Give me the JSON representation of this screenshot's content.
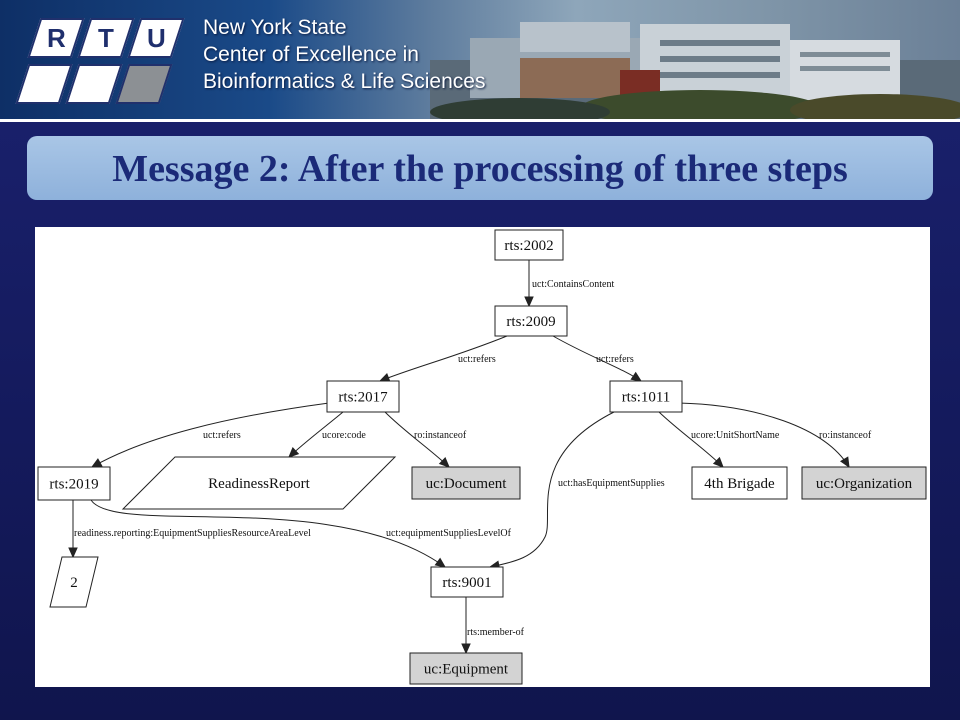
{
  "header": {
    "logo_letters": [
      "R",
      "T",
      "U"
    ],
    "org_lines": [
      "New York State",
      "Center of Excellence in",
      "Bioinformatics & Life Sciences"
    ]
  },
  "slide": {
    "title": "Message 2: After the processing of three steps"
  },
  "diagram": {
    "nodes": [
      {
        "id": "n2002",
        "label": "rts:2002",
        "shape": "box",
        "shaded": false
      },
      {
        "id": "n2009",
        "label": "rts:2009",
        "shape": "box",
        "shaded": false
      },
      {
        "id": "n2017",
        "label": "rts:2017",
        "shape": "box",
        "shaded": false
      },
      {
        "id": "n1011",
        "label": "rts:1011",
        "shape": "box",
        "shaded": false
      },
      {
        "id": "n2019",
        "label": "rts:2019",
        "shape": "box",
        "shaded": false
      },
      {
        "id": "nReadiness",
        "label": "ReadinessReport",
        "shape": "parallelogram",
        "shaded": false
      },
      {
        "id": "nDocument",
        "label": "uc:Document",
        "shape": "box",
        "shaded": true
      },
      {
        "id": "nBrigade",
        "label": "4th Brigade",
        "shape": "box",
        "shaded": false
      },
      {
        "id": "nOrganization",
        "label": "uc:Organization",
        "shape": "box",
        "shaded": true
      },
      {
        "id": "nTwo",
        "label": "2",
        "shape": "parallelogram",
        "shaded": false
      },
      {
        "id": "n9001",
        "label": "rts:9001",
        "shape": "box",
        "shaded": false
      },
      {
        "id": "nEquipment",
        "label": "uc:Equipment",
        "shape": "box",
        "shaded": true
      }
    ],
    "edges": [
      {
        "id": "e1",
        "from": "n2002",
        "to": "n2009",
        "label": "uct:ContainsContent"
      },
      {
        "id": "e2",
        "from": "n2009",
        "to": "n2017",
        "label": "uct:refers"
      },
      {
        "id": "e3",
        "from": "n2009",
        "to": "n1011",
        "label": "uct:refers"
      },
      {
        "id": "e4",
        "from": "n2017",
        "to": "n2019",
        "label": "uct:refers"
      },
      {
        "id": "e5",
        "from": "n2017",
        "to": "nReadiness",
        "label": "ucore:code"
      },
      {
        "id": "e6",
        "from": "n2017",
        "to": "nDocument",
        "label": "ro:instanceof"
      },
      {
        "id": "e7",
        "from": "n1011",
        "to": "n9001",
        "label": "uct:hasEquipmentSupplies"
      },
      {
        "id": "e8",
        "from": "n1011",
        "to": "nBrigade",
        "label": "ucore:UnitShortName"
      },
      {
        "id": "e9",
        "from": "n1011",
        "to": "nOrganization",
        "label": "ro:instanceof"
      },
      {
        "id": "e10",
        "from": "n2019",
        "to": "nTwo",
        "label": "readiness.reporting:EquipmentSuppliesResourceAreaLevel"
      },
      {
        "id": "e11",
        "from": "n2019",
        "to": "n9001",
        "label": "uct:equipmentSuppliesLevelOf"
      },
      {
        "id": "e12",
        "from": "n9001",
        "to": "nEquipment",
        "label": "rts:member-of"
      }
    ]
  }
}
